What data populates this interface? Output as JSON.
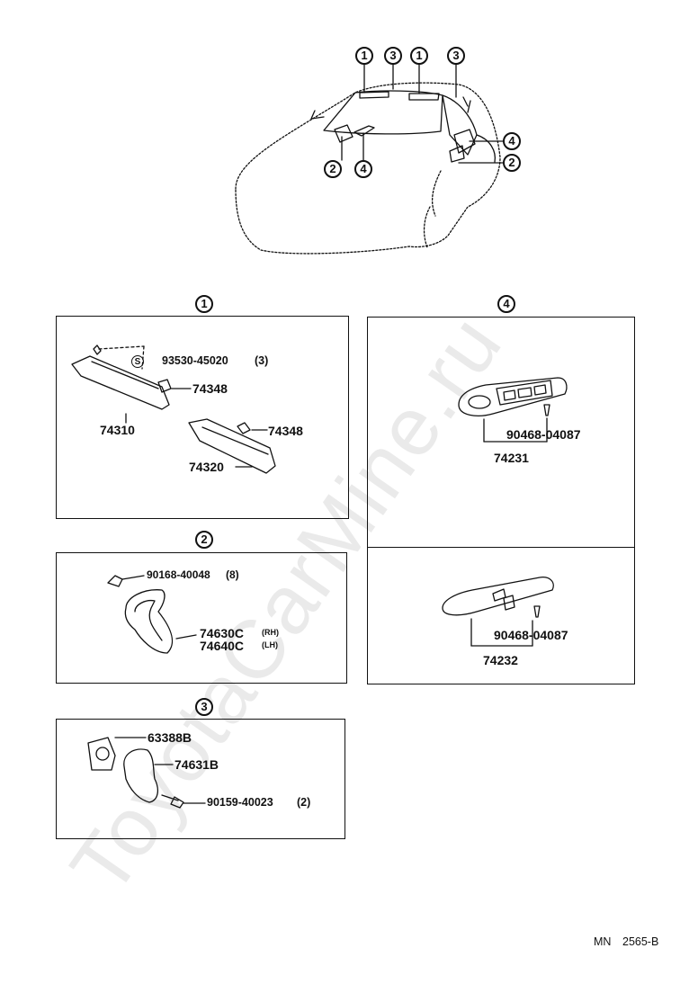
{
  "overview_callouts": [
    "1",
    "3",
    "1",
    "3",
    "2",
    "4",
    "4",
    "2"
  ],
  "group1": {
    "marker": "1",
    "parts": [
      "93530-45020",
      "(3)",
      "74348",
      "74310",
      "74348",
      "74320"
    ],
    "s_symbol": "S"
  },
  "group2": {
    "marker": "2",
    "parts": [
      "90168-40048",
      "(8)",
      "74630C",
      "(RH)",
      "74640C",
      "(LH)"
    ]
  },
  "group3": {
    "marker": "3",
    "parts": [
      "63388B",
      "74631B",
      "90159-40023",
      "(2)"
    ]
  },
  "group4": {
    "marker": "4",
    "upper_parts": [
      "90468-04087",
      "74231"
    ],
    "lower_parts": [
      "90468-04087",
      "74232"
    ]
  },
  "footer": {
    "code_prefix": "MN",
    "code": "2565-B"
  },
  "watermark": "ToyotaCarMine.ru"
}
